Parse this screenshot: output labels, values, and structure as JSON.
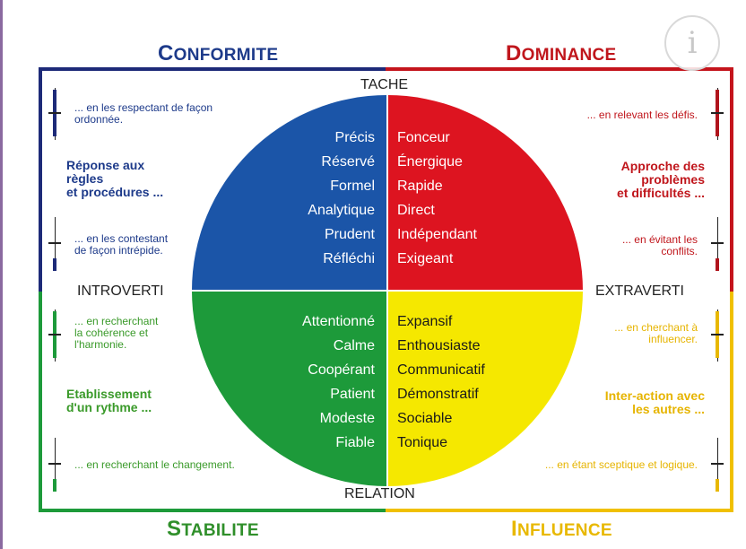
{
  "colors": {
    "blue": "#1b55a8",
    "red": "#dd1420",
    "green": "#1d9a3a",
    "yellow": "#f5e800",
    "navy": "#1d2a78",
    "dark_red": "#c4141c",
    "green_text": "#3a9a2a",
    "yellow_text": "#e6b400",
    "blue_text": "#1d3a8a",
    "red_text": "#c0161c"
  },
  "titles": {
    "conformite": {
      "initial": "C",
      "rest": "ONFORMITE"
    },
    "dominance": {
      "initial": "D",
      "rest": "OMINANCE"
    },
    "stabilite": {
      "initial": "S",
      "rest": "TABILITE"
    },
    "influence": {
      "initial": "I",
      "rest": "NFLUENCE"
    }
  },
  "axes": {
    "top": "TACHE",
    "bottom": "RELATION",
    "left": "INTROVERTI",
    "right": "EXTRAVERTI"
  },
  "quadrants": {
    "blue": {
      "traits": [
        "Précis",
        "Réservé",
        "Formel",
        "Analytique",
        "Prudent",
        "Réfléchi"
      ]
    },
    "red": {
      "traits": [
        "Fonceur",
        "Énergique",
        "Rapide",
        "Direct",
        "Indépendant",
        "Exigeant"
      ]
    },
    "green": {
      "traits": [
        "Attentionné",
        "Calme",
        "Coopérant",
        "Patient",
        "Modeste",
        "Fiable"
      ]
    },
    "yellow": {
      "traits": [
        "Expansif",
        "Enthousiaste",
        "Communicatif",
        "Démonstratif",
        "Sociable",
        "Tonique"
      ]
    }
  },
  "notes": {
    "conformite_top": [
      "... en les respectant de façon",
      "ordonnée."
    ],
    "conformite_heading": [
      "Réponse aux",
      "règles",
      "et procédures ..."
    ],
    "conformite_bottom": [
      "... en les contestant",
      "de façon intrépide."
    ],
    "dominance_top": [
      "... en relevant les défis."
    ],
    "dominance_heading": [
      "Approche des",
      "problèmes",
      "et difficultés ..."
    ],
    "dominance_bottom": [
      "... en évitant les",
      "conflits."
    ],
    "stabilite_top": [
      "... en recherchant",
      "la cohérence et",
      "l'harmonie."
    ],
    "stabilite_heading": [
      "Etablissement",
      "d'un rythme ..."
    ],
    "stabilite_bottom": [
      "... en recherchant le changement."
    ],
    "influence_top": [
      "... en cherchant à",
      "influencer."
    ],
    "influence_heading": [
      "Inter-action avec",
      "les autres ..."
    ],
    "influence_bottom": [
      "... en étant sceptique et logique."
    ]
  },
  "info_icon": "info-icon",
  "info_glyph": "i"
}
